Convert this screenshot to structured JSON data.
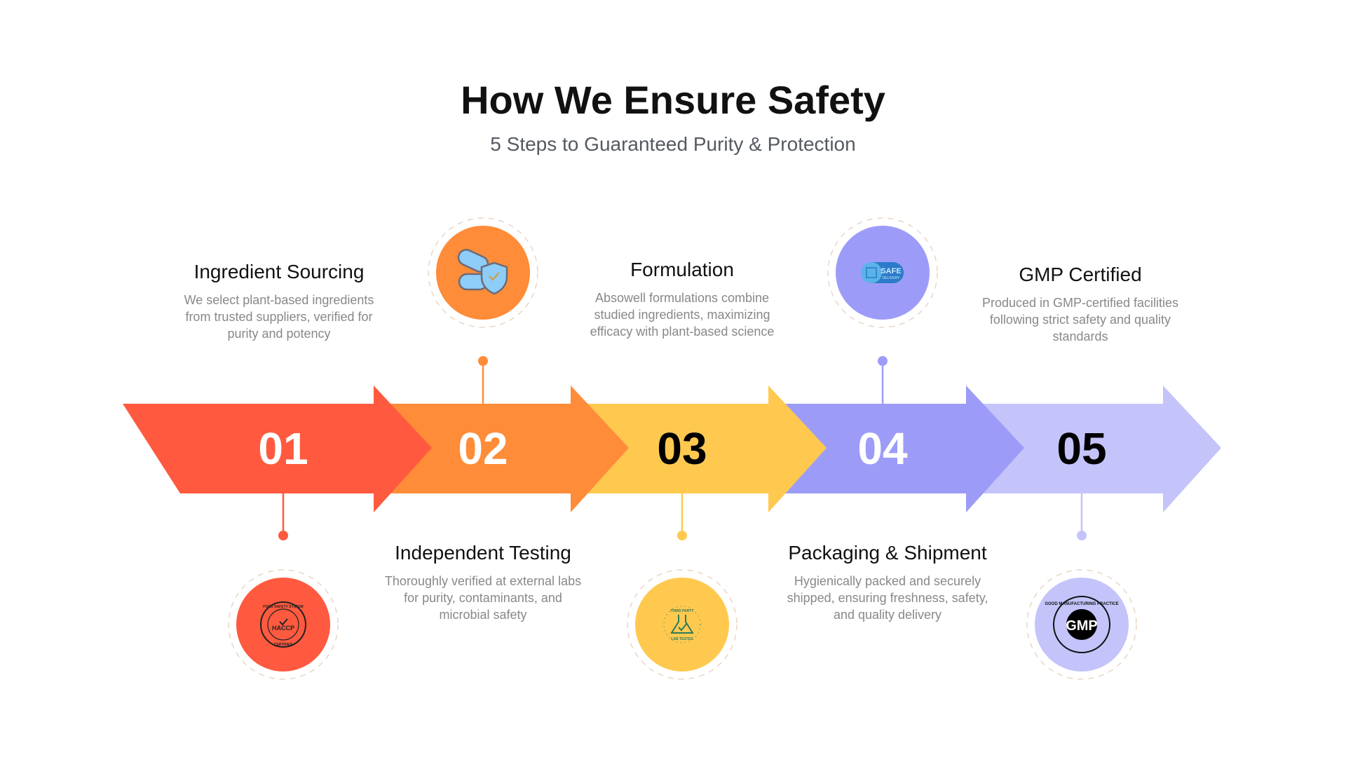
{
  "header": {
    "title": "How We Ensure Safety",
    "subtitle": "5 Steps to Guaranteed Purity & Protection"
  },
  "steps": [
    {
      "number": "01",
      "title": "Ingredient Sourcing",
      "description": "We select plant-based ingredients from trusted suppliers, verified for purity and potency",
      "color": "#FF5A3F",
      "number_color": "#FFFFFF",
      "icon": "haccp-badge-icon",
      "badge_text": [
        "FOOD SAFETY SYSTEM",
        "HACCP",
        "CERTIFIED"
      ],
      "icon_position": "bottom"
    },
    {
      "number": "02",
      "title": "Independent Testing",
      "description": "Thoroughly verified at external labs for purity, contaminants, and microbial safety",
      "color": "#FF8C38",
      "number_color": "#FFFFFF",
      "icon": "pills-shield-icon",
      "badge_text": [],
      "icon_position": "top"
    },
    {
      "number": "03",
      "title": "Formulation",
      "description": "Absowell formulations combine studied ingredients, maximizing efficacy with plant-based science",
      "color": "#FFC950",
      "number_color": "#000000",
      "icon": "lab-tested-badge-icon",
      "badge_text": [
        "THIRD PARTY",
        "LAB TESTED"
      ],
      "icon_position": "bottom"
    },
    {
      "number": "04",
      "title": "Packaging & Shipment",
      "description": "Hygienically packed and securely shipped, ensuring freshness, safety, and quality delivery",
      "color": "#9C9CF8",
      "number_color": "#FFFFFF",
      "icon": "safe-delivery-icon",
      "badge_text": [
        "SAFE",
        "DELIVERY"
      ],
      "icon_position": "top"
    },
    {
      "number": "05",
      "title": "GMP Certified",
      "description": "Produced in GMP-certified facilities following strict safety and quality standards",
      "color": "#C4C4FB",
      "number_color": "#000000",
      "icon": "gmp-badge-icon",
      "badge_text": [
        "GOOD MANUFACTURING PRACTICE",
        "GMP"
      ],
      "icon_position": "bottom"
    }
  ]
}
